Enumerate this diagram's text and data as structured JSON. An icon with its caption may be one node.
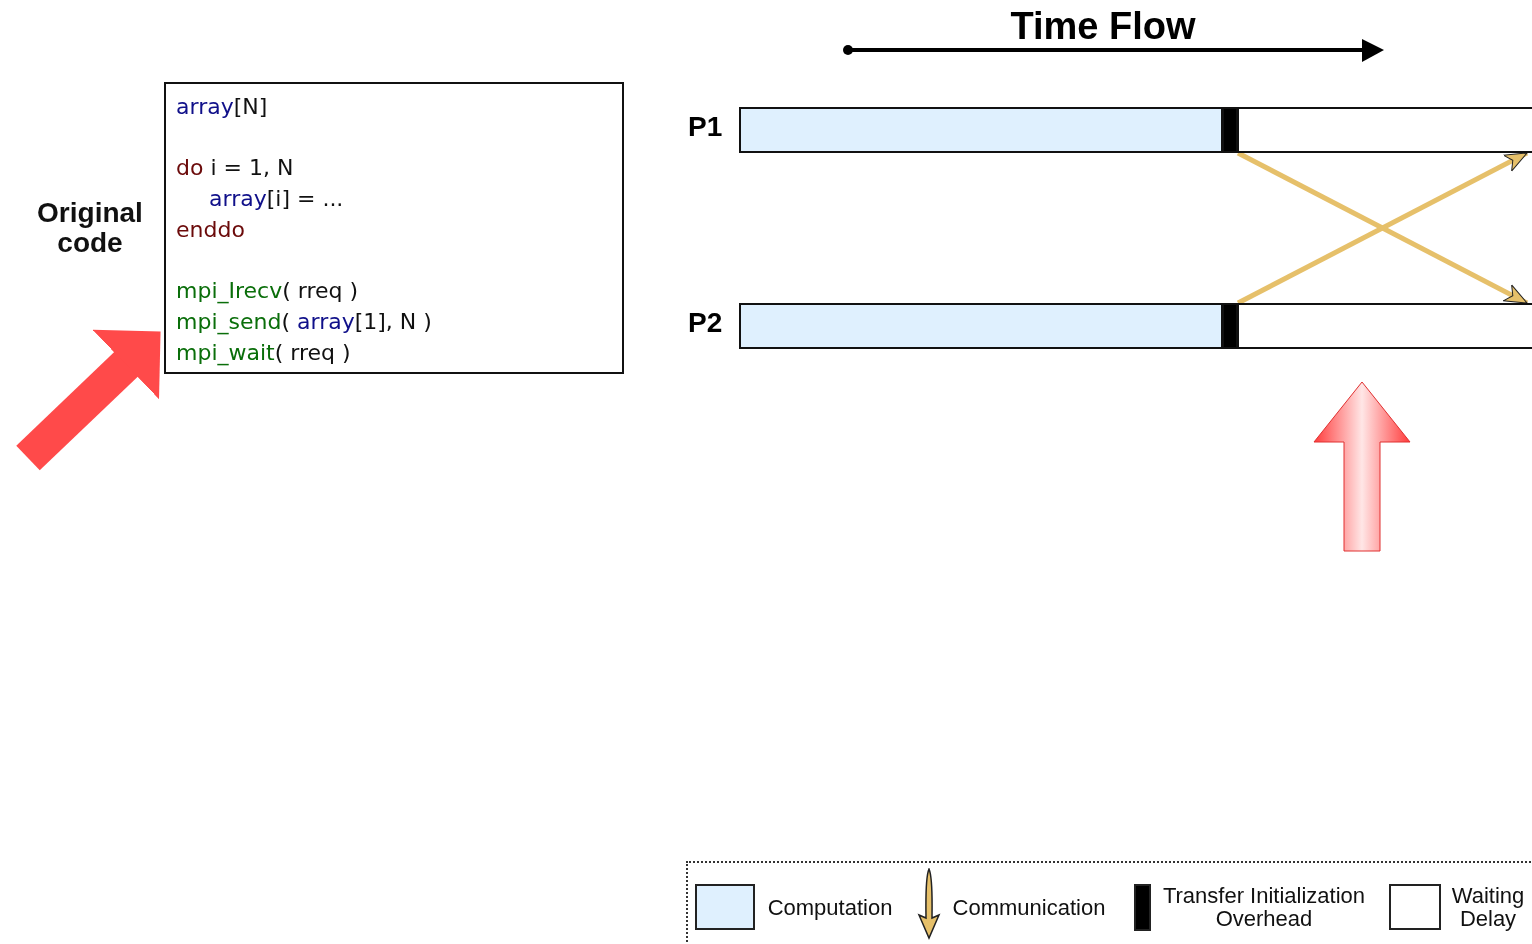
{
  "diagram": {
    "nodes": [
      {
        "text": [
          "array[N]",
          "do i = 1, N",
          "array[i] = ...",
          "enddo",
          "mpi_Irecv( rreq )",
          "mpi_send( array[1], N )",
          "mpi_wait( rreq )"
        ],
        "beside": [
          "Original code"
        ]
      },
      {
        "text": [],
        "shape": "bar"
      },
      {
        "text": [],
        "shape": "bar"
      },
      {
        "text": [],
        "shape": "bar"
      },
      {
        "text": [],
        "shape": "bar"
      },
      {
        "text": [],
        "shape": "bar"
      },
      {
        "text": [],
        "shape": "bar"
      }
    ],
    "edges": [
      {
        "from": null,
        "to": 0,
        "arrow": "to",
        "style": "thick",
        "color": "#ff4a4a"
      },
      {
        "from": 2,
        "to": 6,
        "arrow": "to"
      },
      {
        "from": 5,
        "to": 3,
        "arrow": "to"
      }
    ],
    "labels": [
      "Time Flow",
      "P1",
      "P2"
    ],
    "legend": [
      {
        "text": "Computation",
        "color": "#dff0fe"
      },
      {
        "text": "Communication"
      },
      {
        "text": "Transfer Initialization Overhead",
        "color": "#000000"
      },
      {
        "text": "Waiting Delay",
        "color": "#ffffff"
      }
    ]
  }
}
